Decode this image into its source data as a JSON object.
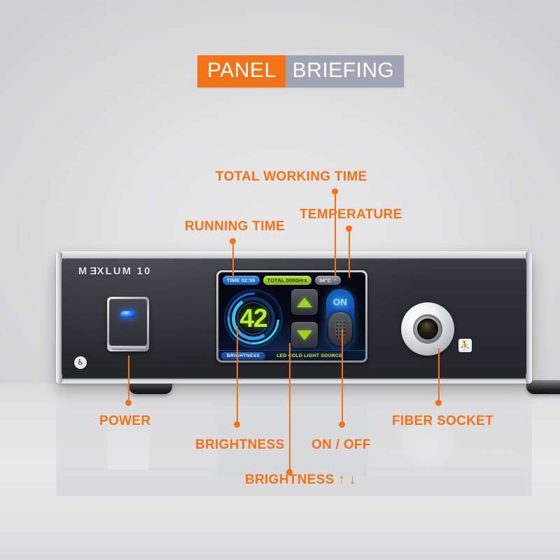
{
  "banner": {
    "left_word": "PANEL",
    "right_word": "BRIEFING",
    "left_color": "#f47216",
    "right_color": "#a2a5b4"
  },
  "device": {
    "brand_prefix": "M",
    "brand_reversed_letter": "E",
    "brand_suffix": "XLUM 10",
    "corner_icon": "♿",
    "socket_icon": "⛹"
  },
  "screen": {
    "status": {
      "running_time": "TIME 02:58",
      "total_working_time": "TOTAL 0000Hrs",
      "temperature": "34°C",
      "temperature_icon": "♥"
    },
    "brightness_value": "42",
    "arrow_up_icon": "up-triangle",
    "arrow_down_icon": "down-triangle",
    "toggle_label": "ON",
    "bottom_left_label": "BRIGHTNESS",
    "bottom_right_label": "LED COLD LIGHT SOURCE"
  },
  "callouts": {
    "accent_color": "#f47216",
    "items": [
      {
        "id": "total-working-time",
        "label": "TOTAL WORKING TIME"
      },
      {
        "id": "temperature",
        "label": "TEMPERATURE"
      },
      {
        "id": "running-time",
        "label": "RUNNING TIME"
      },
      {
        "id": "power",
        "label": "POWER"
      },
      {
        "id": "brightness",
        "label": "BRIGHTNESS"
      },
      {
        "id": "on-off",
        "label": "ON / OFF"
      },
      {
        "id": "fiber-socket",
        "label": "FIBER SOCKET"
      },
      {
        "id": "brightness-updown",
        "label": "BRIGHTNESS ↑ ↓"
      }
    ]
  }
}
